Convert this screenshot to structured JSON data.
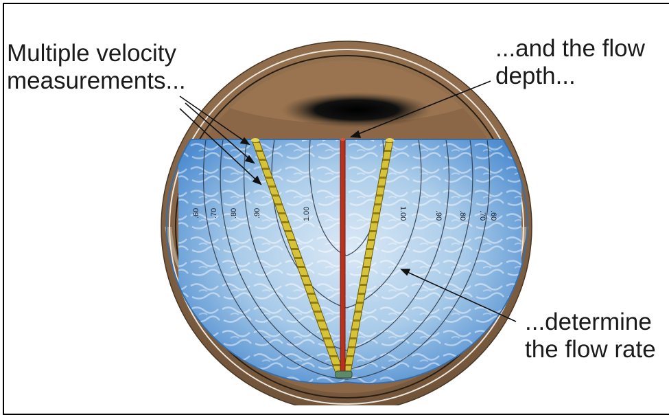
{
  "labels": {
    "multiple_velocity": [
      "Multiple velocity",
      "measurements..."
    ],
    "flow_depth": [
      "...and the flow",
      "depth..."
    ],
    "flow_rate": [
      "...determine",
      "the flow rate"
    ]
  },
  "contours_left": [
    ".60",
    ".70",
    ".80",
    ".90",
    "1.00"
  ],
  "contours_right": [
    "1.00",
    ".90",
    ".80",
    ".70",
    ".60"
  ],
  "colors": {
    "pipe_wall": "#8a6a4a",
    "water": "#7fb2e0",
    "velocity_sensor": "#d8c43a",
    "depth_sensor": "#b8331f"
  }
}
